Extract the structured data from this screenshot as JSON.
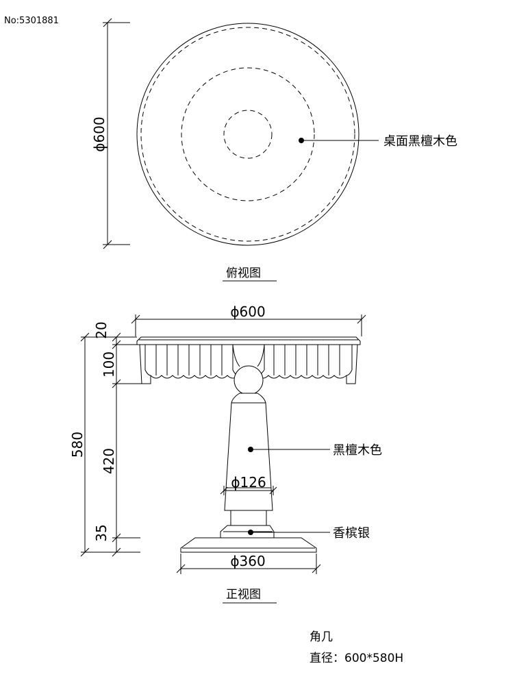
{
  "image_id_label": "No:5301881",
  "top_view": {
    "dim_diameter": "ϕ600",
    "callout": "桌面黑檀木色",
    "title": "俯视图"
  },
  "front_view": {
    "dim_top_diameter": "ϕ600",
    "dim_total_height": "580",
    "dim_top_thickness": "20",
    "dim_apron_height": "100",
    "dim_column_height": "420",
    "dim_base_height": "35",
    "dim_column_diameter": "ϕ126",
    "dim_base_diameter": "ϕ360",
    "callout_column": "黑檀木色",
    "callout_base": "香槟银",
    "title": "正视图"
  },
  "product": {
    "name": "角几",
    "size_line": "直径：600*580H"
  }
}
